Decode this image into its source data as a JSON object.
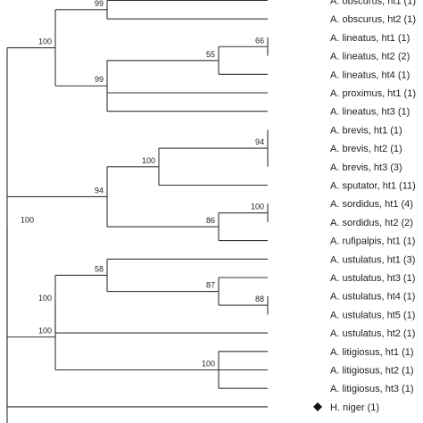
{
  "tree": {
    "leaves": [
      {
        "id": "L0",
        "label": "A. obscurus, ht1 (1)"
      },
      {
        "id": "L1",
        "label": "A. obscurus, ht2 (1)"
      },
      {
        "id": "L2",
        "label": "A. lineatus, ht1 (1)"
      },
      {
        "id": "L3",
        "label": "A. lineatus, ht2 (2)"
      },
      {
        "id": "L4",
        "label": "A. lineatus, ht4 (1)"
      },
      {
        "id": "L5",
        "label": "A. proximus, ht1 (1)"
      },
      {
        "id": "L6",
        "label": "A. lineatus, ht3 (1)"
      },
      {
        "id": "L7",
        "label": "A. brevis, ht1 (1)"
      },
      {
        "id": "L8",
        "label": "A. brevis, ht2 (1)"
      },
      {
        "id": "L9",
        "label": "A. brevis, ht3 (3)"
      },
      {
        "id": "L10",
        "label": "A. sputator, ht1 (11)"
      },
      {
        "id": "L11",
        "label": "A. sordidus, ht1 (4)"
      },
      {
        "id": "L12",
        "label": "A. sordidus, ht2 (2)"
      },
      {
        "id": "L13",
        "label": "A. rufipalpis, ht1 (1)"
      },
      {
        "id": "L14",
        "label": "A. ustulatus, ht1 (3)"
      },
      {
        "id": "L15",
        "label": "A. ustulatus, ht3 (1)"
      },
      {
        "id": "L16",
        "label": "A. ustulatus, ht4 (1)"
      },
      {
        "id": "L17",
        "label": "A. ustulatus, ht5 (1)"
      },
      {
        "id": "L18",
        "label": "A. ustulatus, ht2 (1)"
      },
      {
        "id": "L19",
        "label": "A. litigiosus, ht1 (1)"
      },
      {
        "id": "L20",
        "label": "A. litigiosus, ht2 (1)"
      },
      {
        "id": "L21",
        "label": "A. litigiosus, ht3 (1)"
      },
      {
        "id": "L22",
        "label": "H. niger (1)"
      }
    ],
    "nodes": [
      {
        "id": "N_obsc",
        "children": [
          "L0",
          "L1"
        ],
        "support": "99"
      },
      {
        "id": "N_lin12",
        "children": [
          "L2",
          "L3"
        ],
        "support": "66"
      },
      {
        "id": "N_lin124",
        "children": [
          "N_lin12",
          "L4"
        ],
        "support": "55"
      },
      {
        "id": "N_linprox",
        "children": [
          "N_lin124",
          "L5",
          "L6"
        ],
        "support": "99"
      },
      {
        "id": "N_cladeA",
        "children": [
          "N_obsc",
          "N_linprox"
        ],
        "support": "100"
      },
      {
        "id": "N_brevis",
        "children": [
          "L7",
          "L8",
          "L9"
        ],
        "support": "94"
      },
      {
        "id": "N_brevspu",
        "children": [
          "N_brevis",
          "L10"
        ],
        "support": "100"
      },
      {
        "id": "N_sord",
        "children": [
          "L11",
          "L12"
        ],
        "support": "100"
      },
      {
        "id": "N_sordruf",
        "children": [
          "N_sord",
          "L13"
        ],
        "support": "86"
      },
      {
        "id": "N_cladeB",
        "children": [
          "N_brevspu",
          "N_sordruf"
        ],
        "support": "94"
      },
      {
        "id": "N_ust45",
        "children": [
          "L16",
          "L17"
        ],
        "support": "88"
      },
      {
        "id": "N_ust345",
        "children": [
          "L15",
          "N_ust45"
        ],
        "support": "87"
      },
      {
        "id": "N_ust1345",
        "children": [
          "L14",
          "N_ust345"
        ],
        "support": "58"
      },
      {
        "id": "N_ustall",
        "children": [
          "N_ust1345",
          "L18"
        ],
        "support": "100"
      },
      {
        "id": "N_lit",
        "children": [
          "L19",
          "L20",
          "L21"
        ],
        "support": "100"
      },
      {
        "id": "N_cladeC",
        "children": [
          "N_ustall",
          "N_lit"
        ],
        "support": "100"
      },
      {
        "id": "N_root",
        "children": [
          "N_cladeA",
          "N_cladeB",
          "N_cladeC",
          "L22"
        ],
        "support": "100"
      }
    ]
  }
}
